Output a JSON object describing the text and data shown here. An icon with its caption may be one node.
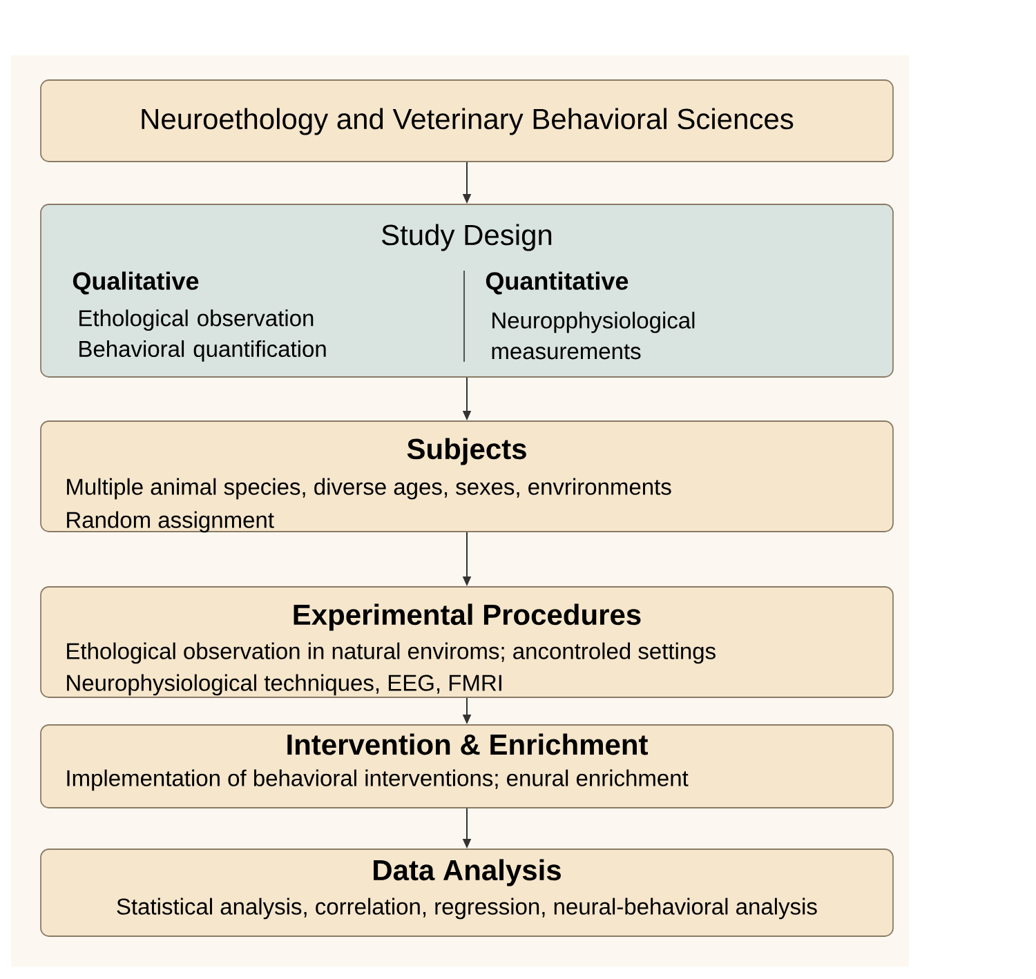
{
  "diagram": {
    "nodes": [
      {
        "text": [
          "Neuroethology and Veterinary Behavioral Sciences"
        ]
      },
      {
        "text": [
          "Study Design",
          "Qualitative",
          "Ethological observation Behavioral quantification",
          "Quantitative",
          "Neuropphysiological measurements"
        ]
      },
      {
        "text": [
          "Subjects",
          "Multiple animal species, diverse ages, sexes, envrironments",
          "Random assignment"
        ]
      },
      {
        "text": [
          "Experimental Procedures",
          "Ethological observation in natural enviroms; ancontroled settings",
          "Neurophysiological techniques, EEG, FMRI"
        ]
      },
      {
        "text": [
          "Intervention & Enrichment",
          "Implementation of behavioral interventions; enural enrichment"
        ]
      },
      {
        "text": [
          "Data Analysis",
          "Statistical analysis, correlation, regression, neural-behavioral analysis"
        ]
      }
    ],
    "edges": [
      {
        "from": 0,
        "to": 1,
        "arrow": "to"
      },
      {
        "from": 1,
        "to": 2,
        "arrow": "to"
      },
      {
        "from": 2,
        "to": 3,
        "arrow": "to"
      },
      {
        "from": 3,
        "to": 4,
        "arrow": "to"
      },
      {
        "from": 4,
        "to": 5,
        "arrow": "to"
      }
    ]
  }
}
